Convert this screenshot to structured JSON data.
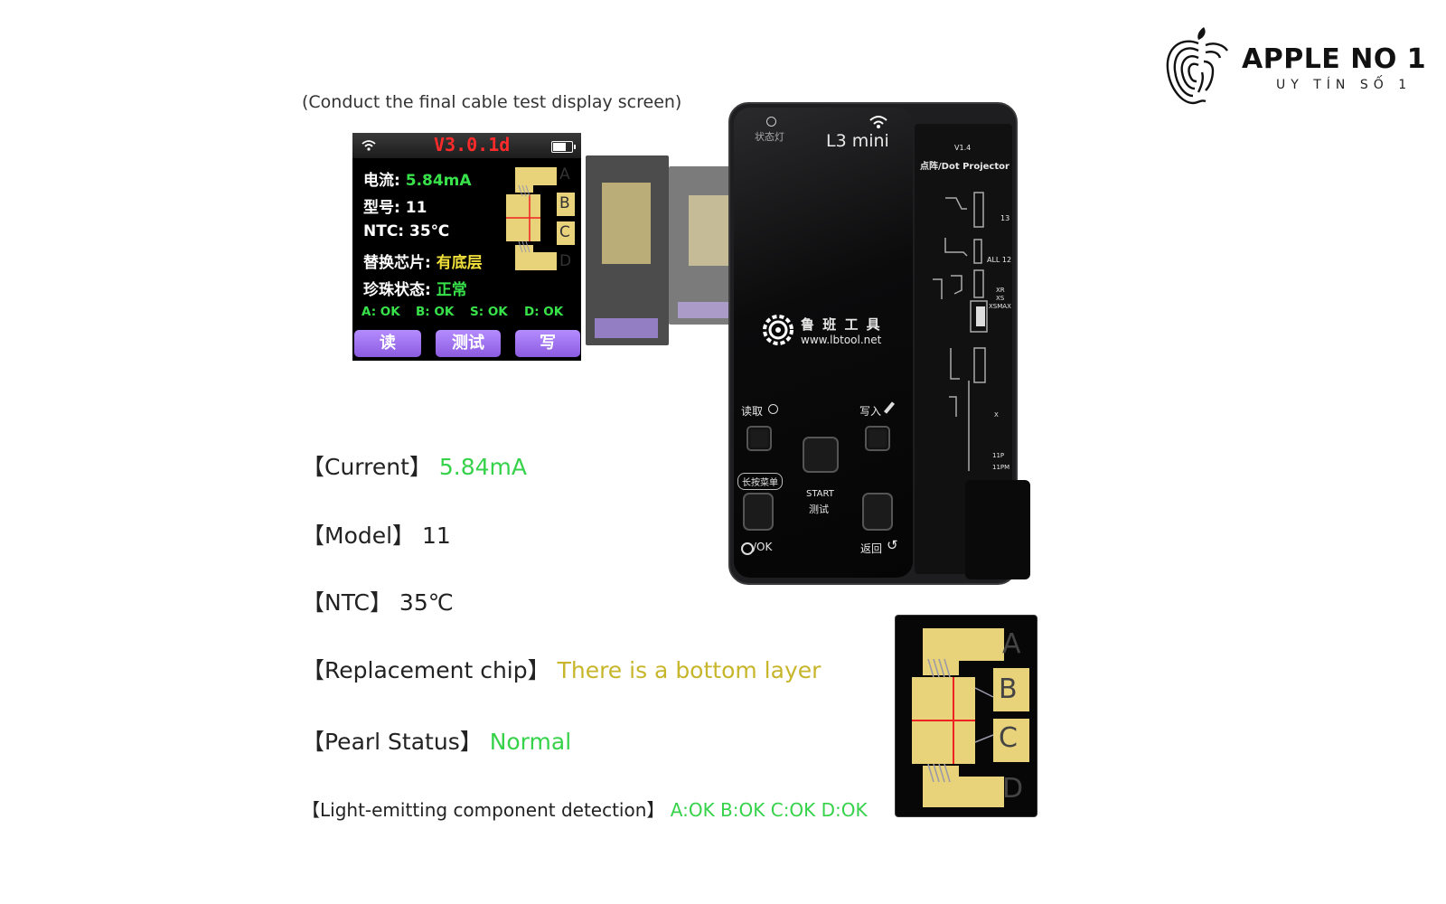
{
  "logo": {
    "name": "APPLE NO 1",
    "tagline": "UY TÍN SỐ 1"
  },
  "caption": "(Conduct the final cable test display screen)",
  "screen": {
    "version": "V3.0.1d",
    "current_label": "电流:",
    "current_value": "5.84mA",
    "model_label": "型号:",
    "model_value": "11",
    "ntc": "NTC: 35℃",
    "chip_label": "替换芯片:",
    "chip_value": "有底层",
    "pearl_label": "珍珠状态:",
    "pearl_value": "正常",
    "ok_a": "A: OK",
    "ok_b": "B: OK",
    "ok_s": "S: OK",
    "ok_d": "D: OK",
    "btn_read": "读",
    "btn_test": "测试",
    "btn_write": "写",
    "pad_labels": [
      "A",
      "B",
      "C",
      "D"
    ]
  },
  "device": {
    "status_light": "状态灯",
    "model": "L3 mini",
    "brand": "鲁 班 工 具",
    "url": "www.lbtool.net",
    "read": "读取",
    "write": "写入",
    "long_press": "长按菜单",
    "start": "START",
    "test": "测试",
    "ok": "/OK",
    "back": "返回",
    "pcb_version": "V1.4",
    "pcb_title": "点阵/Dot Projector",
    "pcb_13": "13",
    "pcb_all12": "ALL 12",
    "pcb_xr": "XR",
    "pcb_xs": "XS",
    "pcb_xsmax": "XSMAX",
    "pcb_x": "X",
    "pcb_11p": "11P",
    "pcb_11pm": "11PM"
  },
  "specs": {
    "current_label": "【Current】",
    "current_value": "5.84mA",
    "model_label": "【Model】",
    "model_value": "11",
    "ntc_label": "【NTC】",
    "ntc_value": "35℃",
    "chip_label": "【Replacement chip】",
    "chip_value": "There is a bottom layer",
    "pearl_label": "【Pearl Status】",
    "pearl_value": "Normal",
    "light_label": "【Light-emitting component detection】",
    "light_value": "A:OK B:OK C:OK D:OK"
  },
  "chip_closeup": {
    "pad_labels": [
      "A",
      "B",
      "C",
      "D"
    ]
  },
  "colors": {
    "ok_green": "#35d24a",
    "warning_yellow": "#c7b52a",
    "version_red": "#ff2a2a",
    "button_purple": "#9b6cf0",
    "pad_gold": "#e8d27a"
  }
}
